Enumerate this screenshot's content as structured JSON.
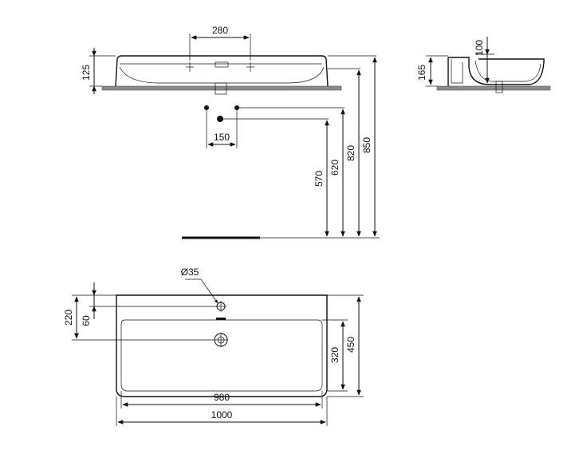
{
  "dimensions": {
    "top_width_280": "280",
    "height_125": "125",
    "pipe_offset_150": "150",
    "trap_570": "570",
    "trap_620": "620",
    "basin_820": "820",
    "total_850": "850",
    "side_100": "100",
    "side_165": "165",
    "hole_d35": "Ø35",
    "plan_220": "220",
    "plan_60": "60",
    "plan_320": "320",
    "plan_450": "450",
    "inner_980": "980",
    "outer_1000": "1000"
  }
}
